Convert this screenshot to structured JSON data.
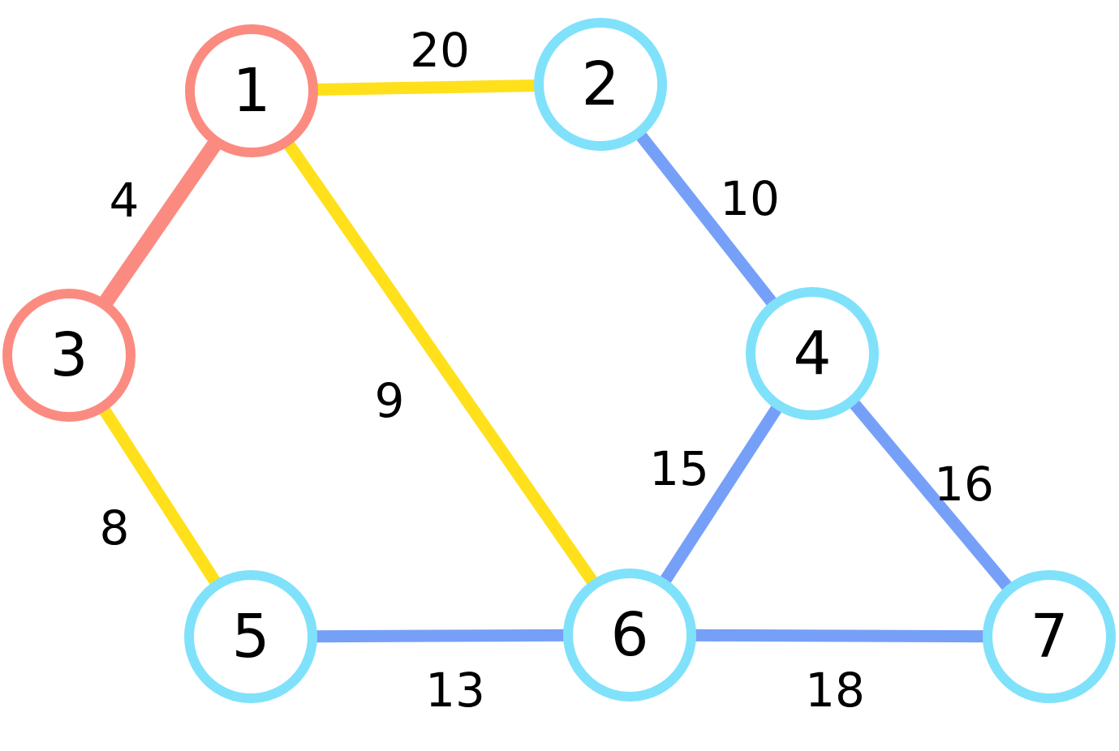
{
  "colors": {
    "visited_node": "#fb8b80",
    "unvisited_node": "#80e1fb",
    "tree_edge": "#fb8b80",
    "candidate_edge": "#ffe01a",
    "other_edge": "#76a0f8"
  },
  "nodes": [
    {
      "id": "1",
      "label": "1",
      "state": "visited"
    },
    {
      "id": "2",
      "label": "2",
      "state": "unvisited"
    },
    {
      "id": "3",
      "label": "3",
      "state": "visited"
    },
    {
      "id": "4",
      "label": "4",
      "state": "unvisited"
    },
    {
      "id": "5",
      "label": "5",
      "state": "unvisited"
    },
    {
      "id": "6",
      "label": "6",
      "state": "unvisited"
    },
    {
      "id": "7",
      "label": "7",
      "state": "unvisited"
    }
  ],
  "edges": [
    {
      "from": "1",
      "to": "2",
      "weight": "20",
      "state": "candidate"
    },
    {
      "from": "1",
      "to": "3",
      "weight": "4",
      "state": "tree"
    },
    {
      "from": "1",
      "to": "6",
      "weight": "9",
      "state": "candidate"
    },
    {
      "from": "2",
      "to": "4",
      "weight": "10",
      "state": "other"
    },
    {
      "from": "3",
      "to": "5",
      "weight": "8",
      "state": "candidate"
    },
    {
      "from": "4",
      "to": "6",
      "weight": "15",
      "state": "other"
    },
    {
      "from": "4",
      "to": "7",
      "weight": "16",
      "state": "other"
    },
    {
      "from": "5",
      "to": "6",
      "weight": "13",
      "state": "other"
    },
    {
      "from": "6",
      "to": "7",
      "weight": "18",
      "state": "other"
    }
  ]
}
